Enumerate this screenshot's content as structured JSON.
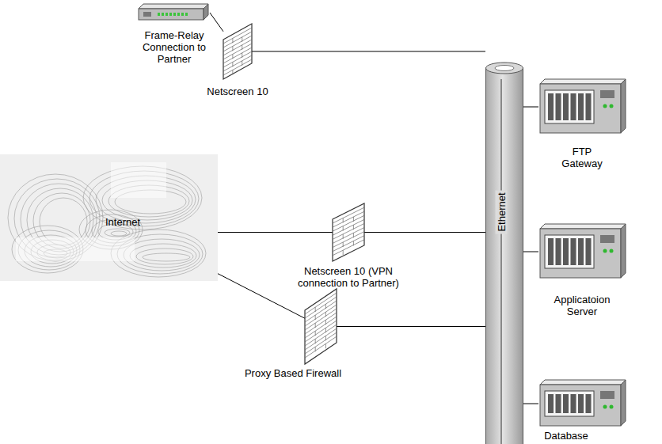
{
  "diagram": {
    "nodes": [
      {
        "text": [
          "Frame-Relay Connection to Partner"
        ]
      },
      {
        "text": [
          "Netscreen 10"
        ]
      },
      {
        "text": [
          "Internet"
        ]
      },
      {
        "text": [
          "Netscreen 10 (VPN connection to Partner)"
        ]
      },
      {
        "text": [
          "Proxy Based Firewall"
        ]
      },
      {
        "text": [
          "Ethernet"
        ]
      },
      {
        "text": [
          "FTP Gateway"
        ]
      },
      {
        "text": [
          "Applicatoion Server"
        ]
      },
      {
        "text": [
          "Database"
        ]
      }
    ],
    "edges": [
      {
        "from": 0,
        "to": 1,
        "arrow": "none"
      },
      {
        "from": 1,
        "to": 5,
        "arrow": "none"
      },
      {
        "from": 2,
        "to": 3,
        "arrow": "none"
      },
      {
        "from": 3,
        "to": 5,
        "arrow": "none"
      },
      {
        "from": 2,
        "to": 4,
        "arrow": "none"
      },
      {
        "from": 4,
        "to": 5,
        "arrow": "none"
      },
      {
        "from": 5,
        "to": 6,
        "arrow": "none"
      },
      {
        "from": 5,
        "to": 7,
        "arrow": "none"
      },
      {
        "from": 5,
        "to": 8,
        "arrow": "none"
      }
    ]
  }
}
